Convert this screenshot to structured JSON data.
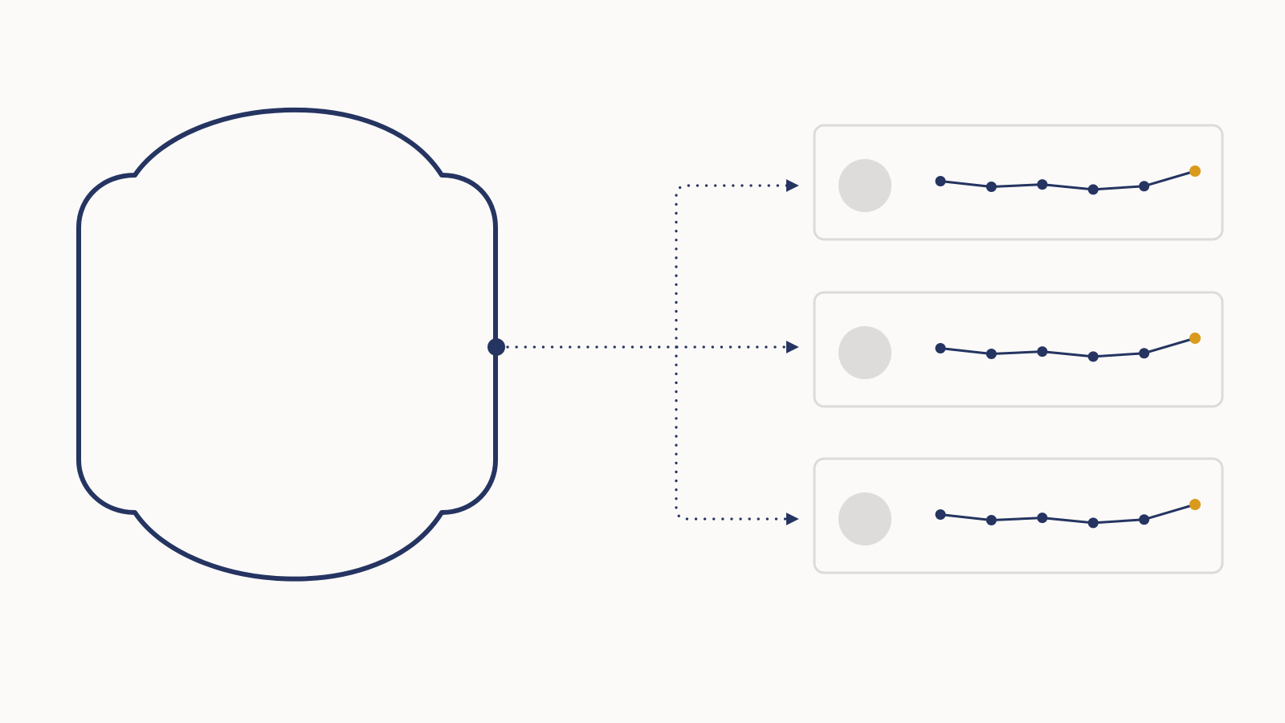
{
  "colors": {
    "background": "#fbfaf8",
    "outline": "#253461",
    "connector": "#253461",
    "card_border": "#dcdbd8",
    "card_fill": "#fbfaf8",
    "avatar_fill": "#dddcda",
    "series_line": "#253461",
    "series_point": "#253461",
    "highlight_point": "#d99a1e"
  },
  "icons": {
    "source_shape": "scalloped-container",
    "card_avatar": "placeholder-circle",
    "arrow_head": "triangle-arrow"
  },
  "cards": [
    {
      "sparkline": [
        0.52,
        0.25,
        0.36,
        0.12,
        0.28,
        1.0
      ],
      "highlight_last": true
    },
    {
      "sparkline": [
        0.52,
        0.25,
        0.36,
        0.12,
        0.28,
        1.0
      ],
      "highlight_last": true
    },
    {
      "sparkline": [
        0.52,
        0.25,
        0.36,
        0.12,
        0.28,
        1.0
      ],
      "highlight_last": true
    }
  ]
}
